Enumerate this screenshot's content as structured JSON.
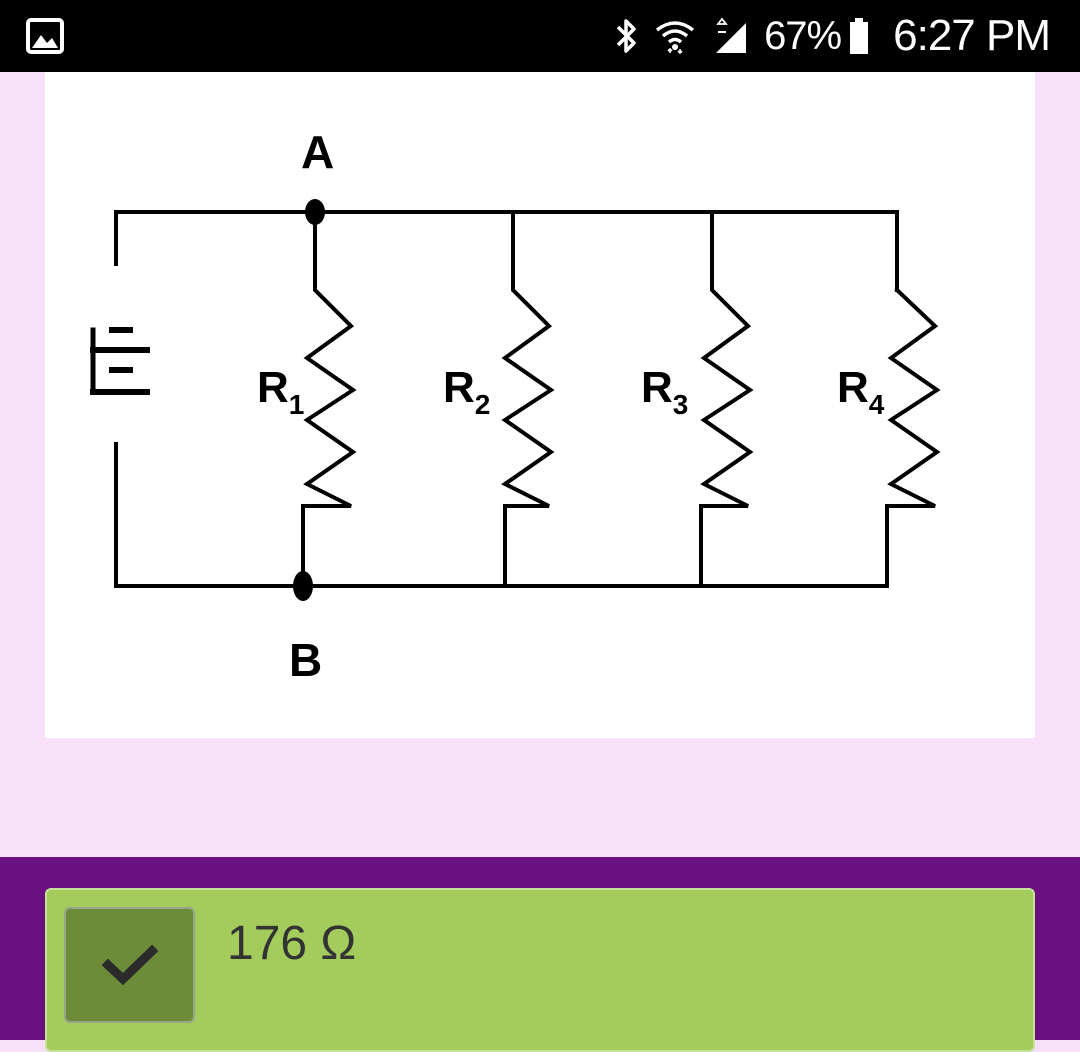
{
  "status_bar": {
    "battery_percent": "67%",
    "time": "6:27 PM"
  },
  "question": {
    "node_top": "A",
    "node_bottom": "B",
    "resistors": [
      {
        "letter": "R",
        "subscript": "1"
      },
      {
        "letter": "R",
        "subscript": "2"
      },
      {
        "letter": "R",
        "subscript": "3"
      },
      {
        "letter": "R",
        "subscript": "4"
      }
    ]
  },
  "answer": {
    "text": "176 Ω",
    "state": "correct",
    "icon": "checkmark-icon"
  },
  "colors": {
    "page_background": "#f8e0f9",
    "answer_band": "#6a1080",
    "answer_correct": "#a3cc5c",
    "check_box": "#6c8c3a"
  }
}
